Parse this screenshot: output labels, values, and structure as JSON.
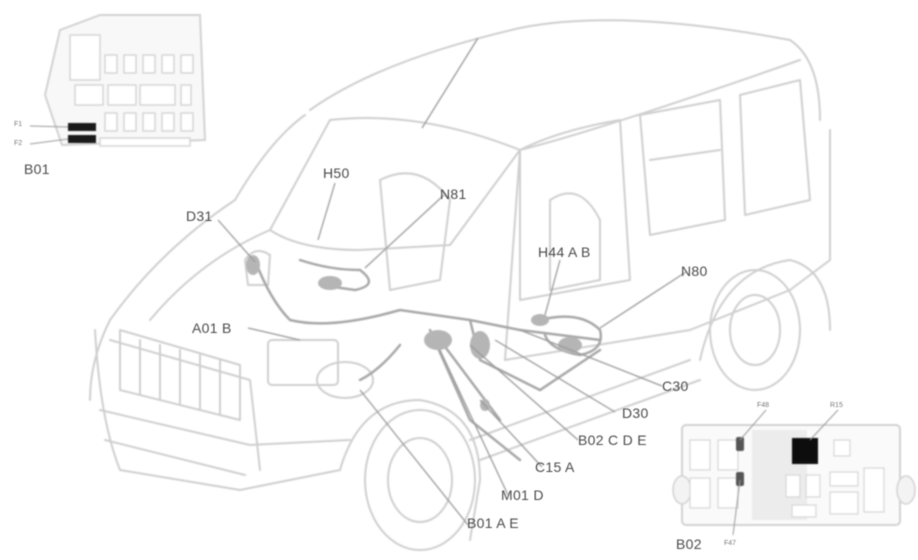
{
  "diagram": {
    "type": "component-location-diagram",
    "subject": "van (side-front 3/4 view)",
    "colors": {
      "line": "#c8c8c8",
      "line_dark": "#9a9a9a",
      "label": "#4a4a4a",
      "fuse_black": "#1a1a1a",
      "panel_fill": "#ececec"
    }
  },
  "labels": {
    "b01": "B01",
    "b02": "B02",
    "h50": "H50",
    "n81": "N81",
    "d31": "D31",
    "a01": "A01 B",
    "h44": "H44 A B",
    "n80": "N80",
    "c30": "C30",
    "d30": "D30",
    "b02cde": "B02 C D E",
    "c15": "C15 A",
    "m01": "M01 D",
    "b01ae": "B01 A E"
  },
  "inset_b01": {
    "title": "B01",
    "pin_labels": [
      "F1",
      "F2"
    ]
  },
  "inset_b02": {
    "title": "B02",
    "top_labels": [
      "F48",
      "R15"
    ],
    "bottom_label": "F47"
  }
}
